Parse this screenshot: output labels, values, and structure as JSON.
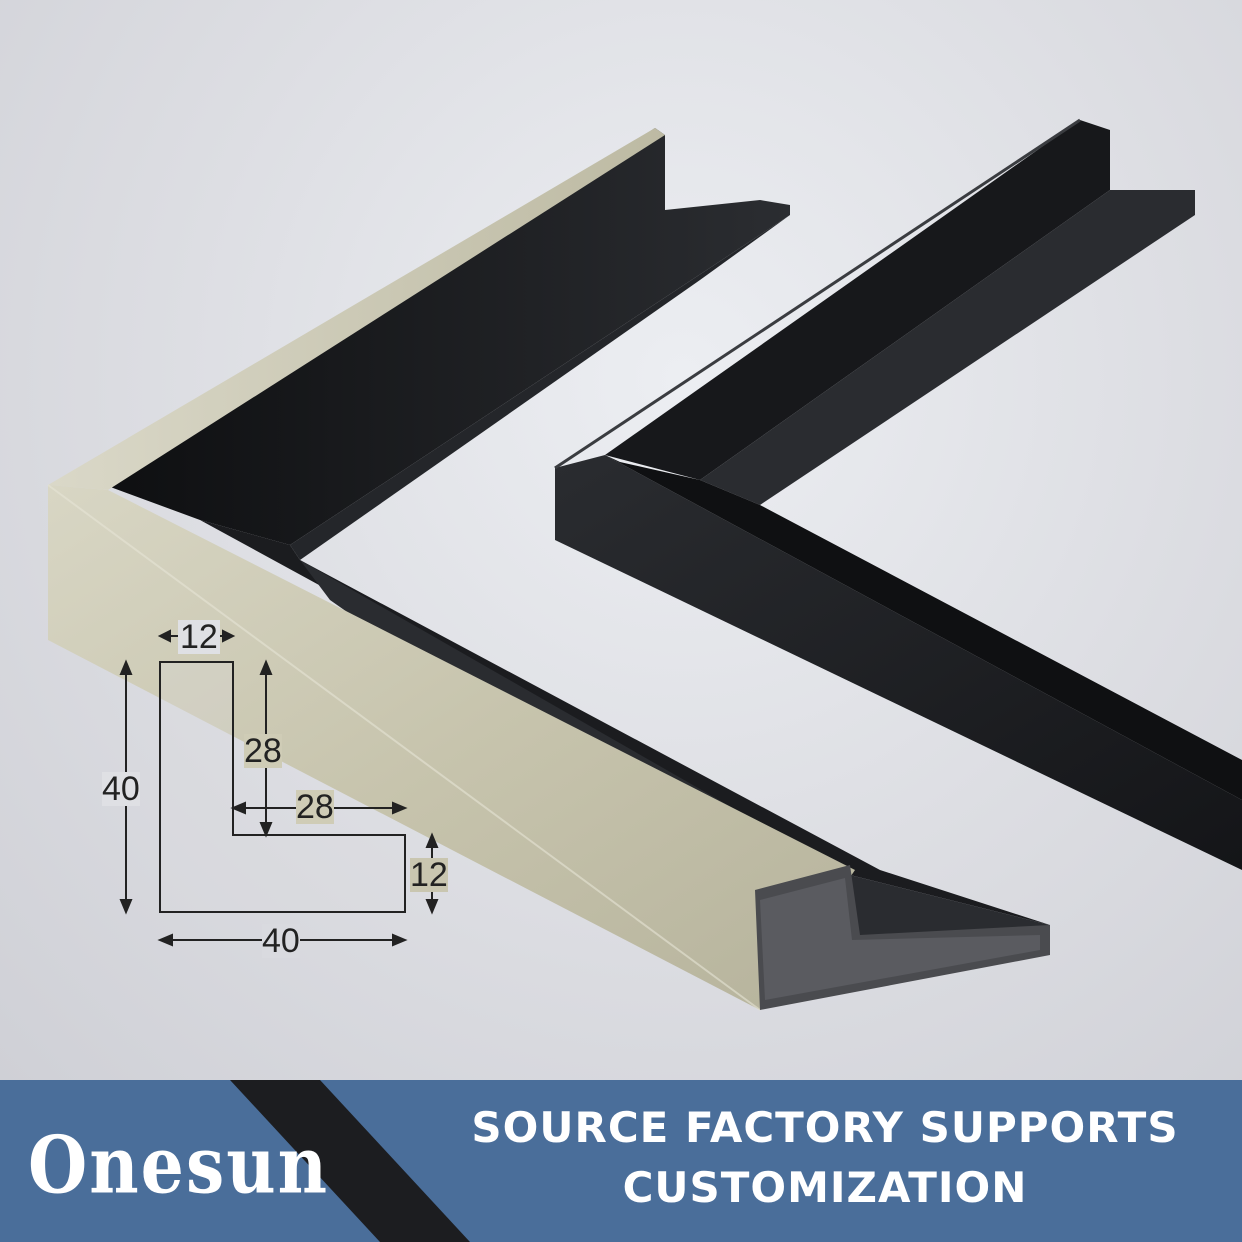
{
  "dimensions": {
    "top_width": "12",
    "inner_height": "28",
    "inner_width": "28",
    "outer_height": "40",
    "outer_width": "40",
    "lip_height": "12"
  },
  "banner": {
    "brand": "Onesun",
    "headline_line1": "SOURCE FACTORY SUPPORTS",
    "headline_line2": "CUSTOMIZATION"
  },
  "colors": {
    "banner_blue": "#4a6e9a",
    "silver_frame": "#c9c6b0",
    "black_frame": "#1e2023"
  }
}
